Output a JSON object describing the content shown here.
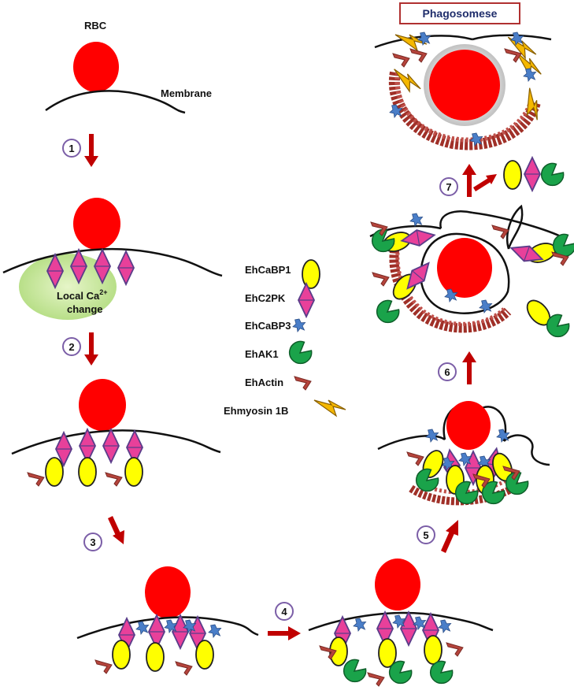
{
  "labels": {
    "rbc": "RBC",
    "membrane": "Membrane",
    "local_ca_line1": "Local Ca",
    "local_ca_sup": "2+",
    "local_ca_line2": "change",
    "phagosome": "Phagosomese"
  },
  "steps": [
    "1",
    "2",
    "3",
    "4",
    "5",
    "6",
    "7"
  ],
  "legend": [
    {
      "label": "EhCaBP1",
      "icon": "yellow-oval-icon"
    },
    {
      "label": "EhC2PK",
      "icon": "pink-diamond-icon"
    },
    {
      "label": "EhCaBP3",
      "icon": "blue-star-icon"
    },
    {
      "label": "EhAK1",
      "icon": "green-pacman-icon"
    },
    {
      "label": "EhActin",
      "icon": "red-chevron-icon"
    },
    {
      "label": "Ehmyosin 1B",
      "icon": "orange-bolt-icon"
    }
  ],
  "colors": {
    "rbc": "#ff0000",
    "arrow": "#c00000",
    "ehcabp1": "#ffff00",
    "ehc2pk": "#e8409a",
    "ehcabp3": "#4a7ec8",
    "ehak1": "#1aa34a",
    "ehactin": "#b5443c",
    "ehmyosin": "#f5b800",
    "ca_glow": "#c8e89a",
    "circle_stroke": "#7b5ea7",
    "phago_box": "#b03030",
    "phago_text": "#1f2d6b"
  }
}
